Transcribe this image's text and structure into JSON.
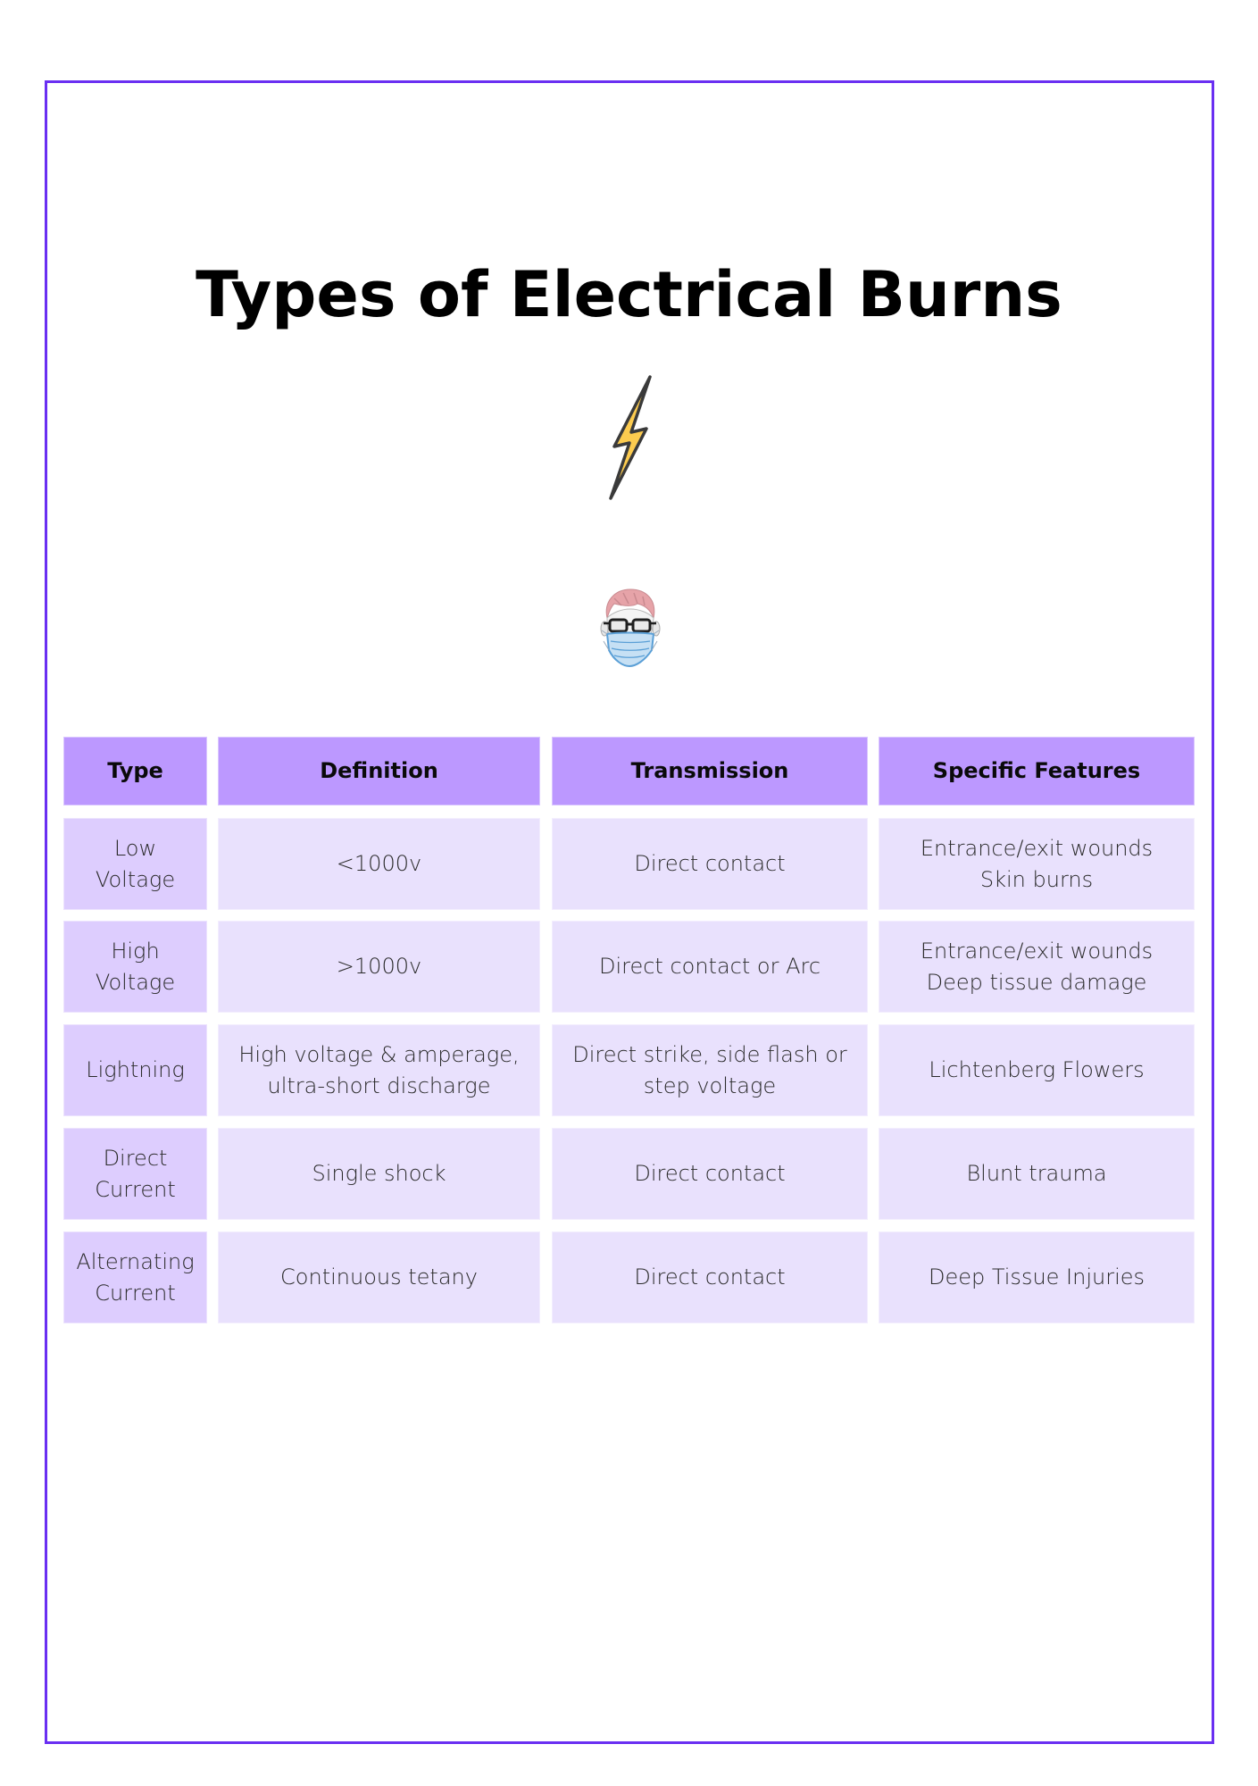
{
  "document": {
    "title": "Types of Electrical Burns",
    "icons": {
      "lightning": "lightning-bolt-icon",
      "avatar": "masked-doctor-avatar"
    }
  },
  "colors": {
    "frame_border": "#6a2ff2",
    "header_bg": "#bc98ff",
    "type_column_bg": "#ddcdfe",
    "body_cell_bg": "#e9e1fd",
    "bolt_fill": "#fccb4f",
    "bolt_stroke": "#3a3a3a"
  },
  "table": {
    "headers": [
      "Type",
      "Definition",
      "Transmission",
      "Specific Features"
    ],
    "rows": [
      {
        "type": "Low\nVoltage",
        "definition": "<1000v",
        "transmission": "Direct contact",
        "features": "Entrance/exit wounds\nSkin burns"
      },
      {
        "type": "High\nVoltage",
        "definition": ">1000v",
        "transmission": "Direct contact or Arc",
        "features": "Entrance/exit wounds\nDeep tissue damage"
      },
      {
        "type": "Lightning",
        "definition": "High voltage & amperage,\nultra-short discharge",
        "transmission": "Direct strike, side flash or\nstep voltage",
        "features": "Lichtenberg Flowers"
      },
      {
        "type": "Direct\nCurrent",
        "definition": "Single shock",
        "transmission": "Direct contact",
        "features": "Blunt trauma"
      },
      {
        "type": "Alternating\nCurrent",
        "definition": "Continuous tetany",
        "transmission": "Direct contact",
        "features": "Deep Tissue Injuries"
      }
    ]
  }
}
